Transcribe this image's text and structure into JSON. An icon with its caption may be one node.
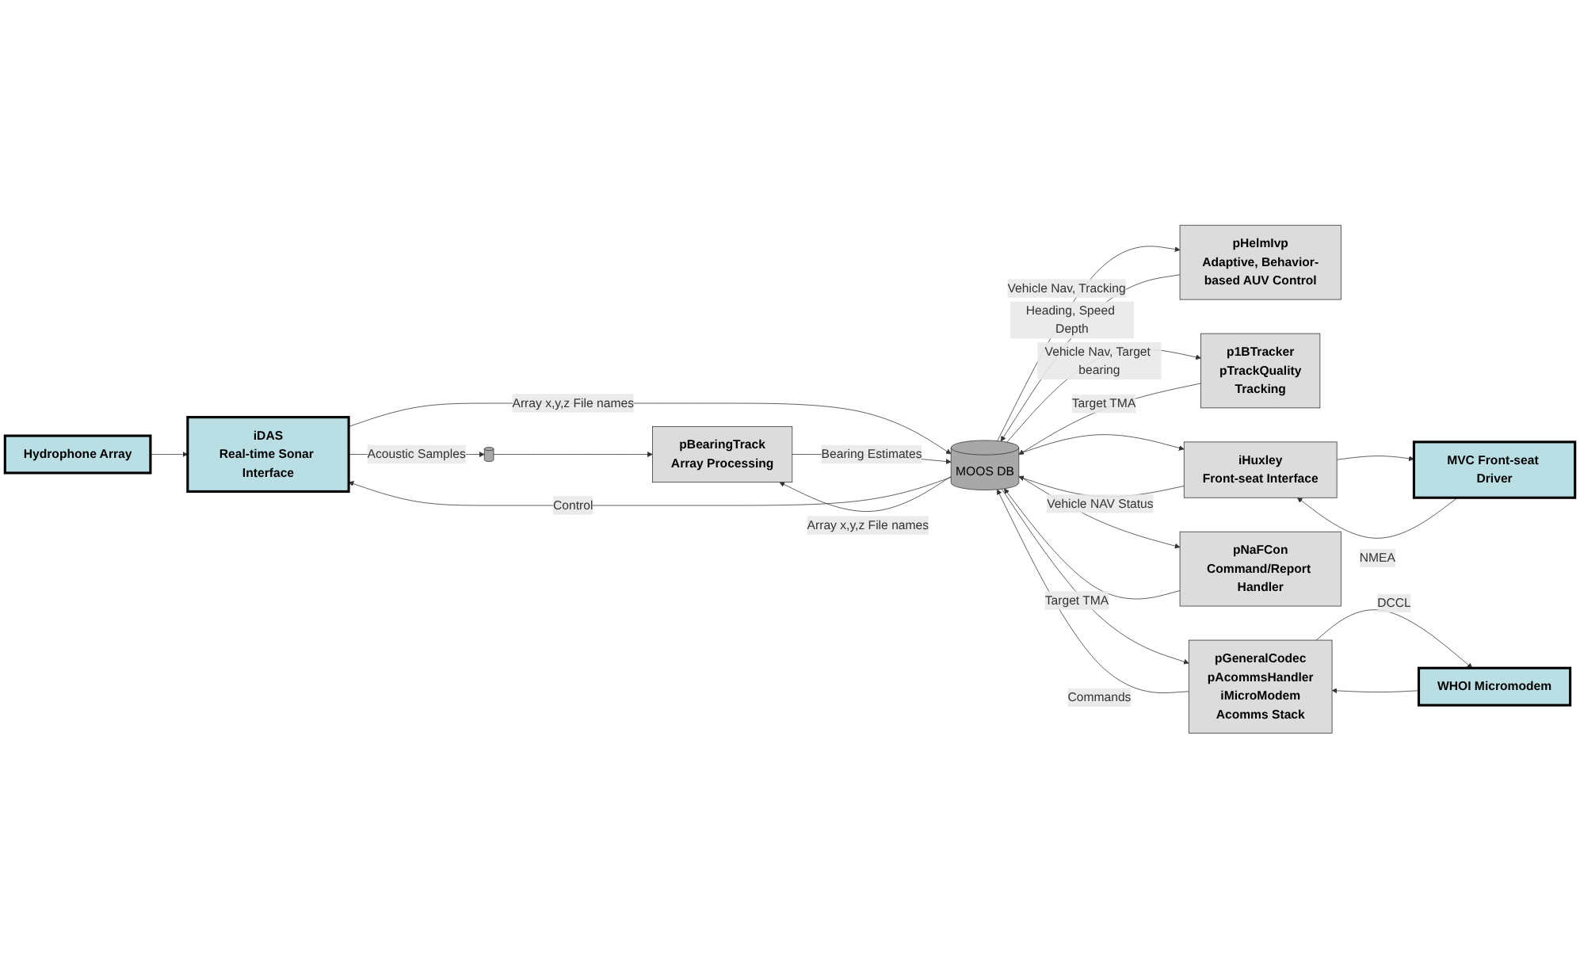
{
  "diagram": {
    "nodes": [
      {
        "text": [
          "Hydrophone Array"
        ]
      },
      {
        "text": [
          "iDAS",
          "Real-time Sonar Interface"
        ]
      },
      {
        "text": [],
        "shape": "cylinder"
      },
      {
        "text": [
          "pBearingTrack",
          "Array Processing"
        ]
      },
      {
        "text": [
          "pHelmIvp",
          "Adaptive, Behavior-based AUV Control"
        ]
      },
      {
        "text": [
          "MOOS DB"
        ]
      },
      {
        "text": [
          "p1BTracker",
          "pTrackQuality",
          "Tracking"
        ]
      },
      {
        "text": [
          "MVC Front-seat Driver"
        ]
      },
      {
        "text": [
          "iHuxley",
          "Front-seat Interface"
        ]
      },
      {
        "text": [
          "pNaFCon",
          "Command/Report Handler"
        ]
      },
      {
        "text": [
          "pGeneralCodec",
          "pAcommsHandler",
          "iMicroModem",
          "Acomms Stack"
        ]
      },
      {
        "text": [
          "WHOI Micromodem"
        ]
      }
    ],
    "edges": [
      {
        "from": 0,
        "to": 1,
        "arrow": "to"
      },
      {
        "from": 1,
        "to": 2,
        "arrow": "to",
        "label": "Acoustic Samples"
      },
      {
        "from": 2,
        "to": 3,
        "arrow": "to"
      },
      {
        "from": 1,
        "to": 5,
        "arrow": "to",
        "label": "Array x,y,z File names"
      },
      {
        "from": 5,
        "to": 1,
        "arrow": "to",
        "label": "Control"
      },
      {
        "from": 5,
        "to": 3,
        "arrow": "to",
        "label": "Array x,y,z File names"
      },
      {
        "from": 3,
        "to": 5,
        "arrow": "to",
        "label": "Bearing Estimates"
      },
      {
        "from": 5,
        "to": 4,
        "arrow": "to",
        "label": "Vehicle Nav, Tracking"
      },
      {
        "from": 4,
        "to": 5,
        "arrow": "to",
        "label": "Heading, Speed Depth"
      },
      {
        "from": 5,
        "to": 6,
        "arrow": "to",
        "label": "Vehicle Nav, Target bearing"
      },
      {
        "from": 6,
        "to": 5,
        "arrow": "to",
        "label": "Target TMA"
      },
      {
        "from": 7,
        "to": 8,
        "arrow": "to",
        "label": "NMEA"
      },
      {
        "from": 8,
        "to": 7,
        "arrow": "to"
      },
      {
        "from": 5,
        "to": 8,
        "arrow": "to"
      },
      {
        "from": 8,
        "to": 5,
        "arrow": "to",
        "label": "Vehicle NAV Status"
      },
      {
        "from": 5,
        "to": 9,
        "arrow": "to"
      },
      {
        "from": 9,
        "to": 5,
        "arrow": "to"
      },
      {
        "from": 5,
        "to": 10,
        "arrow": "to",
        "label": "Target TMA"
      },
      {
        "from": 10,
        "to": 5,
        "arrow": "to",
        "label": "Commands"
      },
      {
        "from": 10,
        "to": 11,
        "arrow": "to",
        "label": "DCCL"
      },
      {
        "from": 11,
        "to": 10,
        "arrow": "to"
      }
    ]
  }
}
